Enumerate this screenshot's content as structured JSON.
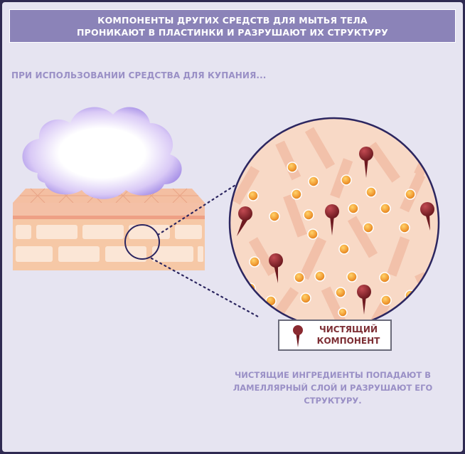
{
  "header": {
    "line1": "КОМПОНЕНТЫ ДРУГИХ СРЕДСТВ ДЛЯ МЫТЬЯ ТЕЛА",
    "line2": "ПРОНИКАЮТ В ПЛАСТИНКИ И РАЗРУШАЮТ ИХ СТРУКТУРУ"
  },
  "subtitle": "ПРИ ИСПОЛЬЗОВАНИИ СРЕДСТВА ДЛЯ КУПАНИЯ...",
  "legend": {
    "line1": "ЧИСТЯЩИЙ",
    "line2": "КОМПОНЕНТ"
  },
  "caption": {
    "line1": "ЧИСТЯЩИЕ ИНГРЕДИЕНТЫ ПОПАДАЮТ В",
    "line2": "ЛАМЕЛЛЯРНЫЙ СЛОЙ И РАЗРУШАЮТ ЕГО",
    "line3": "СТРУКТУРУ."
  },
  "colors": {
    "background": "#e6e4f1",
    "header": "#8b83b8",
    "accent_text": "#9a90c6",
    "cleanser": "#8a2a30",
    "lipid": "#f3a23a",
    "skin": "#f8d9c6"
  },
  "icons": [
    "foam-cloud-icon",
    "skin-layer-icon",
    "magnifier-circle-icon",
    "cleansing-pin-icon",
    "lipid-dot-icon"
  ]
}
